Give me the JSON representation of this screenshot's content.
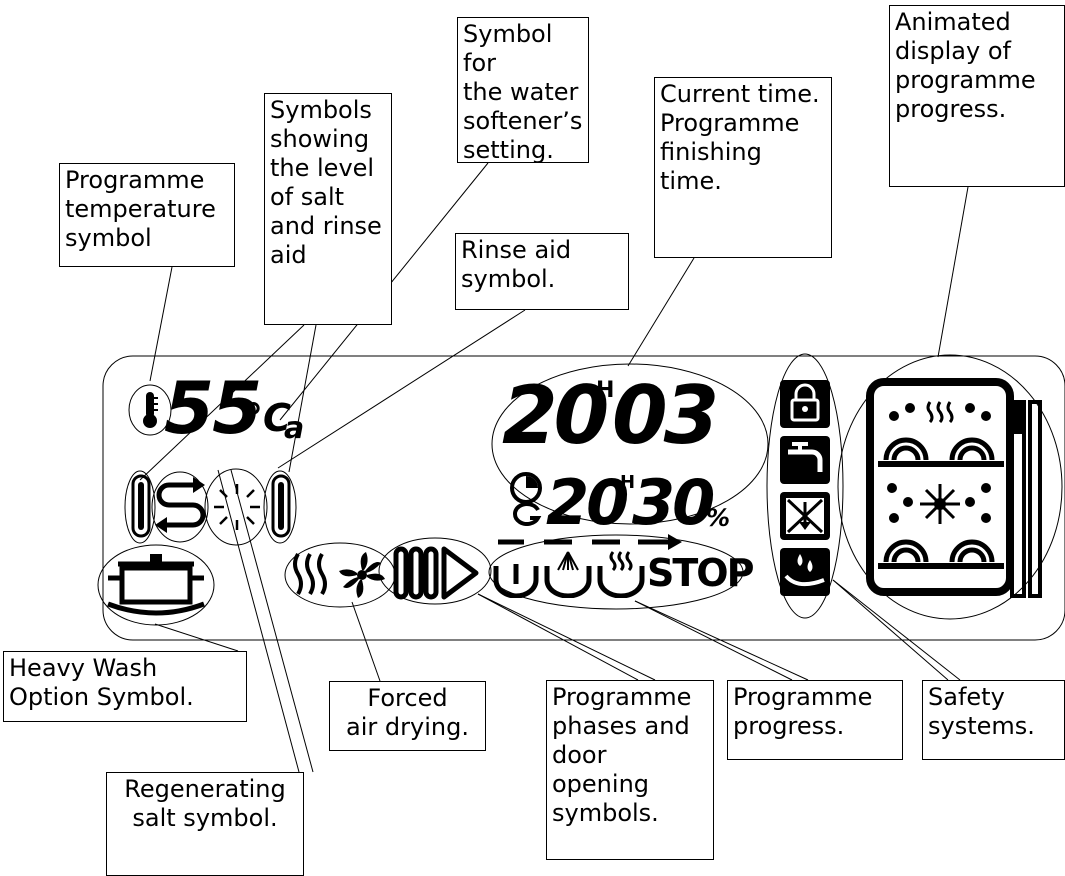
{
  "display": {
    "temperature": "55",
    "temp_unit": "°C",
    "softener_code": "a",
    "current_time_h": "20",
    "current_time_m": "03",
    "finish_time_h": "20",
    "finish_time_m": "30",
    "hour_mark": "H",
    "percent_mark": "%",
    "stop_label": "STOP"
  },
  "callouts": {
    "temperature": "Programme\ntemperature\nsymbol",
    "salt_rinse_level": "Symbols\nshowing\nthe level\nof salt\nand rinse\naid",
    "water_softener": "Symbol for\nthe water\nsoftener’s\nsetting.",
    "rinse_aid": "Rinse aid\nsymbol.",
    "current_time": "Current time.\nProgramme\nfinishing\ntime.",
    "animated_progress": "Animated\ndisplay of\nprogramme\nprogress.",
    "heavy_wash": "Heavy Wash\nOption Symbol.",
    "forced_air": "Forced\nair drying.",
    "phases_door": "Programme\nphases and\ndoor\nopening\nsymbols.",
    "programme_progress": "Programme\nprogress.",
    "safety_systems": "Safety\nsystems.",
    "regenerating_salt": "Regenerating\nsalt symbol."
  },
  "icons": {
    "thermometer": "thermometer-icon",
    "salt_level": "salt-level-icon",
    "regeneration": "regeneration-arrows-icon",
    "rinse_sparkle": "rinse-aid-sparkle-icon",
    "rinse_level": "rinse-level-icon",
    "heavy_wash": "pot-icon",
    "drying_heat": "heat-waves-icon",
    "fan": "fan-icon",
    "phase_bars": "phase-bars-icon",
    "play": "play-icon",
    "wash_phase": "wash-basin-icon",
    "rinse_phase": "spray-basin-icon",
    "dry_phase": "steam-basin-icon",
    "lock": "lock-icon",
    "tap": "tap-icon",
    "no_flood": "anti-flood-icon",
    "leak": "leak-icon",
    "dishwasher": "dishwasher-icon",
    "clock": "clock-icon"
  }
}
